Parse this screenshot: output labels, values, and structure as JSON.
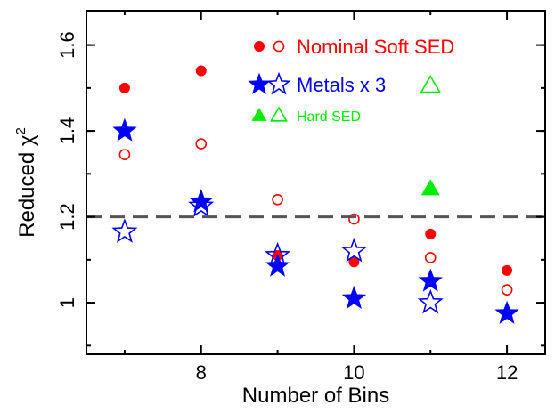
{
  "chart_data": {
    "type": "scatter",
    "title": "",
    "xlabel": "Number of Bins",
    "ylabel": "Reduced χ²",
    "ylabel_base": "Reduced χ",
    "ylabel_sup": "2",
    "xlim": [
      6.5,
      12.5
    ],
    "ylim": [
      0.88,
      1.68
    ],
    "xticks": [
      8,
      10,
      12
    ],
    "xtick_labels": [
      "8",
      "10",
      "12"
    ],
    "yticks": [
      1.0,
      1.2,
      1.4,
      1.6
    ],
    "ytick_labels": [
      "1",
      "1.2",
      "1.4",
      "1.6"
    ],
    "reference_line": {
      "y": 1.2,
      "style": "dashed",
      "color": "#555555"
    },
    "grid": false,
    "legend_position": "top-right",
    "series": [
      {
        "name": "Nominal Soft SED",
        "color": "#ff0000",
        "marker": "circle",
        "filled": true,
        "x": [
          7,
          8,
          9,
          10,
          11,
          12
        ],
        "y": [
          1.5,
          1.54,
          1.11,
          1.095,
          1.16,
          1.075
        ]
      },
      {
        "name": "Nominal Soft SED",
        "color": "#ff0000",
        "marker": "circle",
        "filled": false,
        "x": [
          7,
          8,
          9,
          10,
          11,
          12
        ],
        "y": [
          1.345,
          1.37,
          1.24,
          1.195,
          1.105,
          1.03
        ]
      },
      {
        "name": "Metals x 3",
        "color": "#0000ff",
        "marker": "star",
        "filled": true,
        "x": [
          7,
          8,
          9,
          10,
          11,
          12
        ],
        "y": [
          1.4,
          1.235,
          1.085,
          1.01,
          1.05,
          0.975
        ]
      },
      {
        "name": "Metals x 3",
        "color": "#0000ff",
        "marker": "star",
        "filled": false,
        "x": [
          7,
          8,
          9,
          10,
          11
        ],
        "y": [
          1.165,
          1.225,
          1.11,
          1.12,
          1.0
        ]
      },
      {
        "name": "Hard SED",
        "color": "#00ee00",
        "marker": "triangle",
        "filled": true,
        "x": [
          11
        ],
        "y": [
          1.265
        ]
      },
      {
        "name": "Hard SED",
        "color": "#00ee00",
        "marker": "triangle",
        "filled": false,
        "x": [
          11
        ],
        "y": [
          1.505
        ]
      }
    ],
    "legend": [
      {
        "label": "Nominal Soft SED",
        "color": "#ff0000",
        "marker": "circle"
      },
      {
        "label": "Metals x 3",
        "color": "#0000ff",
        "marker": "star"
      },
      {
        "label": "Hard SED",
        "color": "#00ee00",
        "marker": "triangle"
      }
    ]
  }
}
